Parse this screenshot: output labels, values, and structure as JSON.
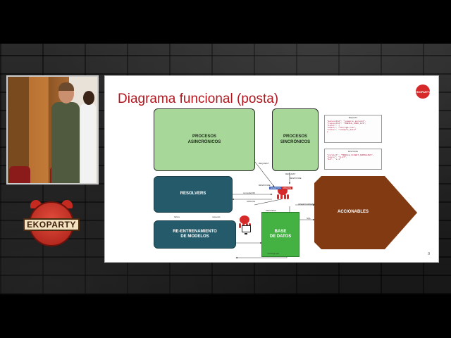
{
  "slide": {
    "title": "Diagrama funcional (posta)",
    "logo_text": "EKOPARTY",
    "page_number": "9",
    "boxes": {
      "async": "PROCESOS\nASINCRÓNICOS",
      "sync": "PROCESOS\nSINCRÓNICOS",
      "resolvers": "RESOLVERS",
      "retrain": "RE-ENTRENAMIENTO\nDE MODELOS",
      "db": "BASE\nDE DATOS",
      "actions": "ACCIONABLES"
    },
    "request_panel": {
      "header": "REQUEST",
      "lines": [
        "\"accountId\": \"example_account\",",
        "\"requestId\": \"MOBILE_CARD_123\",",
        "\"input\": {",
        "  \"email\": \"alert@a.com\",",
        "  \"value\": \"example_data\"",
        "}"
      ]
    },
    "response_panel": {
      "header": "RESPONSE",
      "lines": [
        "\"verdict\": \"MOBILE_CLIENT_ANOMALOUS\",",
        "\"score\": \"0.87\",",
        "\"id\": \"x-1\""
      ]
    },
    "labels": {
      "request": "REQUEST",
      "request2": "REQUEST",
      "response": "RESPONSE",
      "response2": "RESPONSE",
      "events": "EVENTOS",
      "consult": "consultar(ID)",
      "update": "UPDATE",
      "failure": "failure",
      "requests": "requests",
      "message": "message.pkl",
      "sql": "INSERT/UPDATE",
      "sql2": "SQL",
      "procedure": "PROCESO"
    }
  },
  "overlay": {
    "event_logo": "EKOPARTY"
  }
}
